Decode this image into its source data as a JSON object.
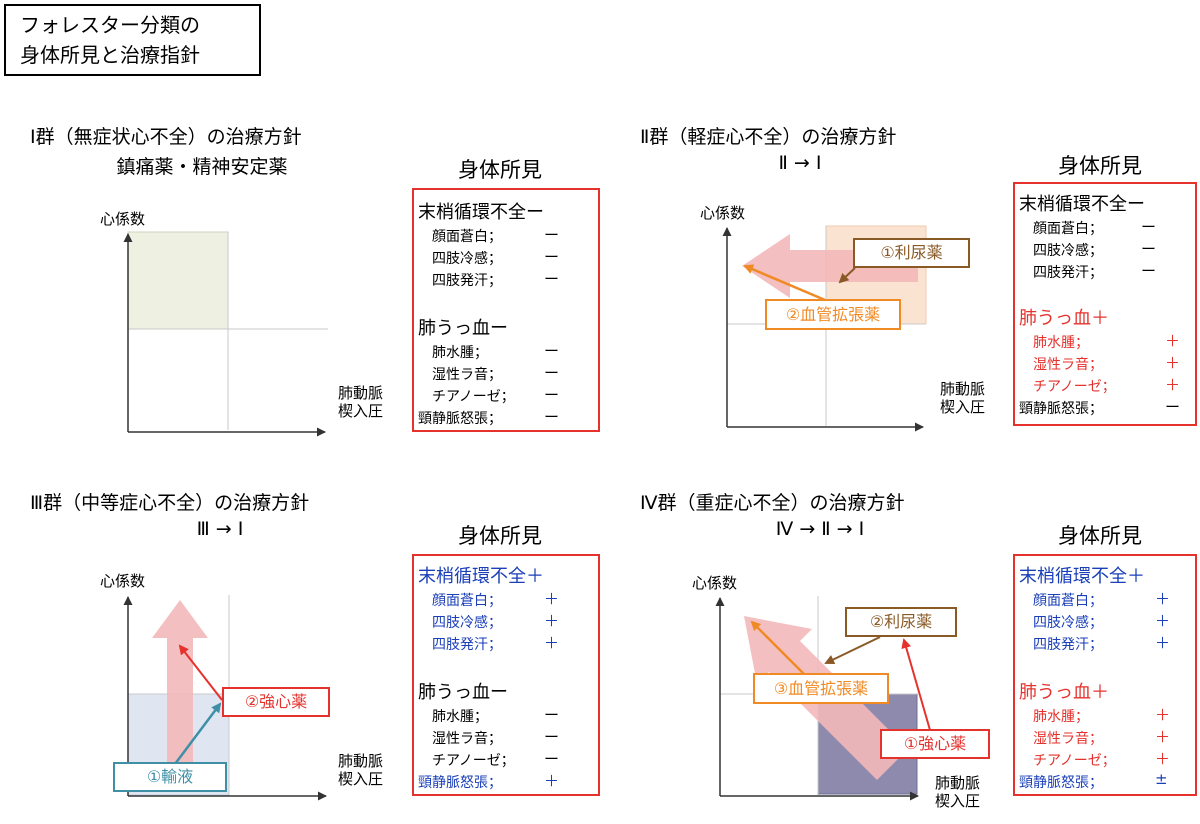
{
  "title": {
    "line1": "フォレスター分類の",
    "line2": "身体所見と治療指針"
  },
  "axis": {
    "y": "心係数",
    "x_line1": "肺動脈",
    "x_line2": "楔入圧"
  },
  "findings_label": "身体所見",
  "quadrants": [
    {
      "title": "Ⅰ群（無症状心不全）の治療方針",
      "subtitle": "鎮痛薬・精神安定薬",
      "perfusion": {
        "header": "末梢循環不全ー",
        "items": [
          {
            "label": "顔面蒼白；",
            "value": "ー"
          },
          {
            "label": "四肢冷感；",
            "value": "ー"
          },
          {
            "label": "四肢発汗；",
            "value": "ー"
          }
        ]
      },
      "congestion": {
        "header": "肺うっ血ー",
        "items": [
          {
            "label": "肺水腫；",
            "value": "ー"
          },
          {
            "label": "湿性ラ音；",
            "value": "ー"
          },
          {
            "label": "チアノーゼ；",
            "value": "ー"
          },
          {
            "label": "頸静脈怒張；",
            "value": "ー"
          }
        ]
      },
      "tags": []
    },
    {
      "title": "Ⅱ群（軽症心不全）の治療方針",
      "subtitle": "Ⅱ → Ⅰ",
      "perfusion": {
        "header": "末梢循環不全ー",
        "items": [
          {
            "label": "顔面蒼白；",
            "value": "ー"
          },
          {
            "label": "四肢冷感；",
            "value": "ー"
          },
          {
            "label": "四肢発汗；",
            "value": "ー"
          }
        ]
      },
      "congestion": {
        "header": "肺うっ血＋",
        "items": [
          {
            "label": "肺水腫；",
            "value": "＋"
          },
          {
            "label": "湿性ラ音；",
            "value": "＋"
          },
          {
            "label": "チアノーゼ；",
            "value": "＋"
          },
          {
            "label": "頸静脈怒張；",
            "value": "ー"
          }
        ]
      },
      "tags": [
        "①利尿薬",
        "②血管拡張薬"
      ]
    },
    {
      "title": "Ⅲ群（中等症心不全）の治療方針",
      "subtitle": "Ⅲ → Ⅰ",
      "perfusion": {
        "header": "末梢循環不全＋",
        "items": [
          {
            "label": "顔面蒼白；",
            "value": "＋"
          },
          {
            "label": "四肢冷感；",
            "value": "＋"
          },
          {
            "label": "四肢発汗；",
            "value": "＋"
          }
        ]
      },
      "congestion": {
        "header": "肺うっ血ー",
        "items": [
          {
            "label": "肺水腫；",
            "value": "ー"
          },
          {
            "label": "湿性ラ音；",
            "value": "ー"
          },
          {
            "label": "チアノーゼ；",
            "value": "ー"
          },
          {
            "label": "頸静脈怒張；",
            "value": "＋"
          }
        ]
      },
      "tags": [
        "②強心薬",
        "①輸液"
      ]
    },
    {
      "title": "Ⅳ群（重症心不全）の治療方針",
      "subtitle": "Ⅳ → Ⅱ → Ⅰ",
      "perfusion": {
        "header": "末梢循環不全＋",
        "items": [
          {
            "label": "顔面蒼白；",
            "value": "＋"
          },
          {
            "label": "四肢冷感；",
            "value": "＋"
          },
          {
            "label": "四肢発汗；",
            "value": "＋"
          }
        ]
      },
      "congestion": {
        "header": "肺うっ血＋",
        "items": [
          {
            "label": "肺水腫；",
            "value": "＋"
          },
          {
            "label": "湿性ラ音；",
            "value": "＋"
          },
          {
            "label": "チアノーゼ；",
            "value": "＋"
          },
          {
            "label": "頸静脈怒張；",
            "value": "±"
          }
        ]
      },
      "tags": [
        "②利尿薬",
        "③血管拡張薬",
        "①強心薬"
      ]
    }
  ],
  "colors": {
    "red": "#e5322d",
    "blue": "#1a3fb8",
    "brown": "#8a5a26",
    "orange": "#f08a24",
    "teal": "#3f8fa6",
    "arrow_pink": "#f3b8b9",
    "zone_green": "#eef0e2",
    "zone_peach": "#fbe3d2",
    "zone_blue": "#dfe6f2",
    "zone_purple": "#8d8aad"
  }
}
